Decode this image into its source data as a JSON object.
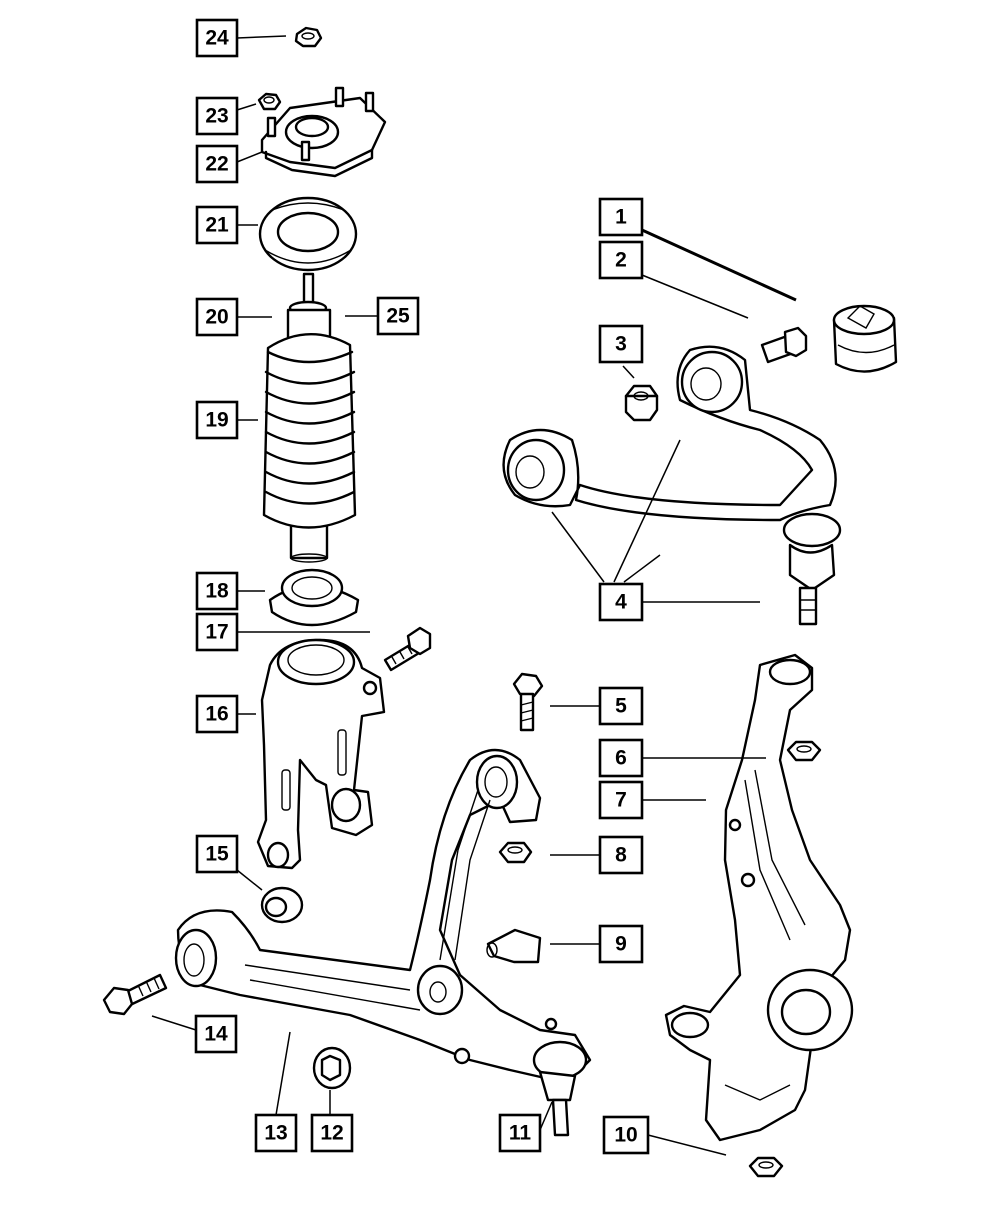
{
  "callouts": [
    "1",
    "2",
    "3",
    "4",
    "5",
    "6",
    "7",
    "8",
    "9",
    "10",
    "11",
    "12",
    "13",
    "14",
    "15",
    "16",
    "17",
    "18",
    "19",
    "20",
    "21",
    "22",
    "23",
    "24",
    "25"
  ],
  "colors": {
    "line": "#000000",
    "background": "#ffffff"
  }
}
